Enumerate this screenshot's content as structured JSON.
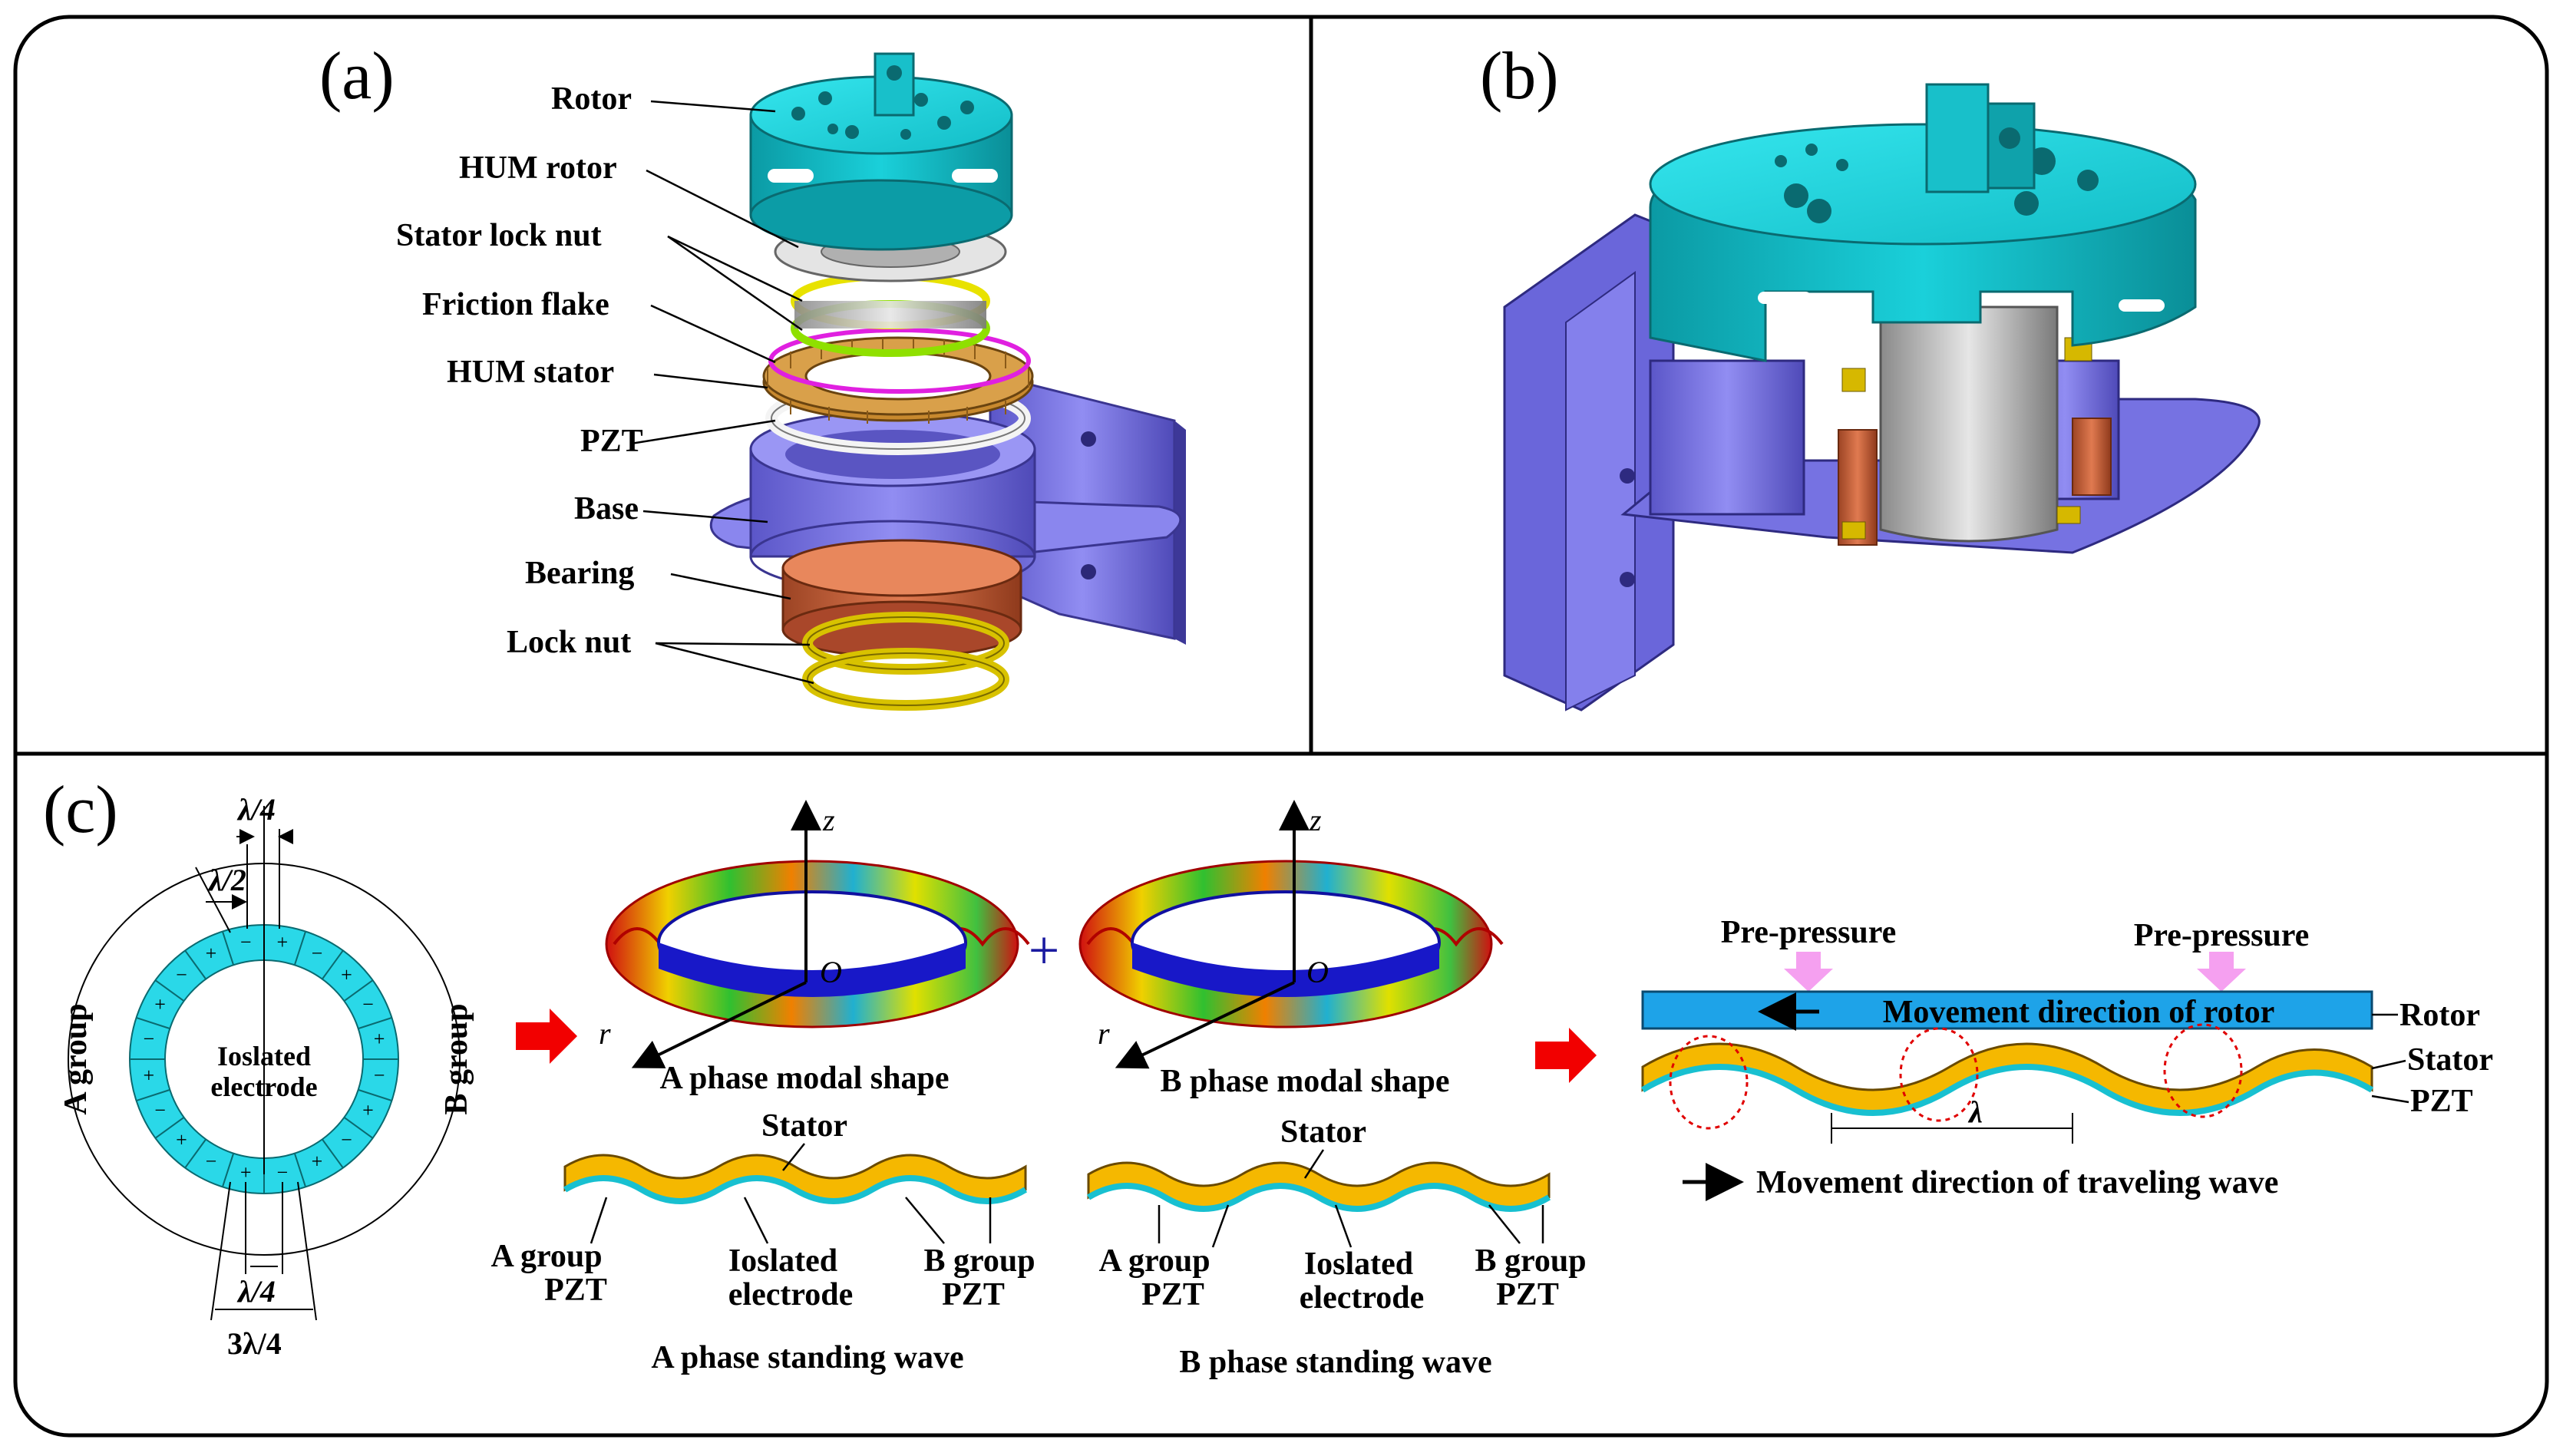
{
  "panel_a": {
    "tag": "(a)",
    "labels": {
      "rotor": "Rotor",
      "hum_rotor": "HUM rotor",
      "stator_lock_nut": "Stator lock nut",
      "friction_flake": "Friction flake",
      "hum_stator": "HUM stator",
      "pzt": "PZT",
      "base": "Base",
      "bearing": "Bearing",
      "lock_nut": "Lock nut"
    }
  },
  "panel_b": {
    "tag": "(b)"
  },
  "panel_c": {
    "tag": "(c)",
    "ring": {
      "top_quarter": "λ/4",
      "top_half": "λ/2",
      "bottom_quarter": "λ/4",
      "bottom_three_quarter": "3λ/4",
      "a_group": "A group",
      "b_group": "B group",
      "center_line1": "Ioslated",
      "center_line2": "electrode",
      "segment_signs": [
        "+",
        "−",
        "+",
        "−",
        "+",
        "−",
        "+",
        "−",
        "+",
        "−",
        "+",
        "−",
        "+",
        "−",
        "+",
        "−",
        "+",
        "−",
        "+",
        "−"
      ]
    },
    "modal": {
      "axis_z": "z",
      "axis_r": "r",
      "origin": "O",
      "plus": "+",
      "a_title": "A phase modal shape",
      "b_title": "B phase modal shape"
    },
    "standing": {
      "stator": "Stator",
      "a_group_line1": "A group",
      "a_group_line2": "PZT",
      "isolated_line1": "Ioslated",
      "isolated_line2": "electrode",
      "b_group_line1": "B group",
      "b_group_line2": "PZT",
      "a_caption": "A phase standing wave",
      "b_caption": "B phase standing wave"
    },
    "traveling": {
      "pre_pressure_left": "Pre-pressure",
      "pre_pressure_right": "Pre-pressure",
      "rotor_text": "Movement direction of rotor",
      "rotor_label": "Rotor",
      "stator_label": "Stator",
      "pzt_label": "PZT",
      "lambda": "λ",
      "wave_caption": "Movement direction of traveling wave"
    }
  },
  "colors": {
    "cyan": "#18cfd8",
    "cyan_dark": "#0fa3ad",
    "purple": "#7c78e6",
    "purple_dark": "#5550c0",
    "gold": "#f5b800",
    "gold_dark": "#b58400",
    "copper": "#c8623a",
    "magenta": "#e020e0",
    "ring_blue": "#2ad8e8",
    "arrow_red": "#f20000",
    "pink": "#f5a0f0"
  }
}
